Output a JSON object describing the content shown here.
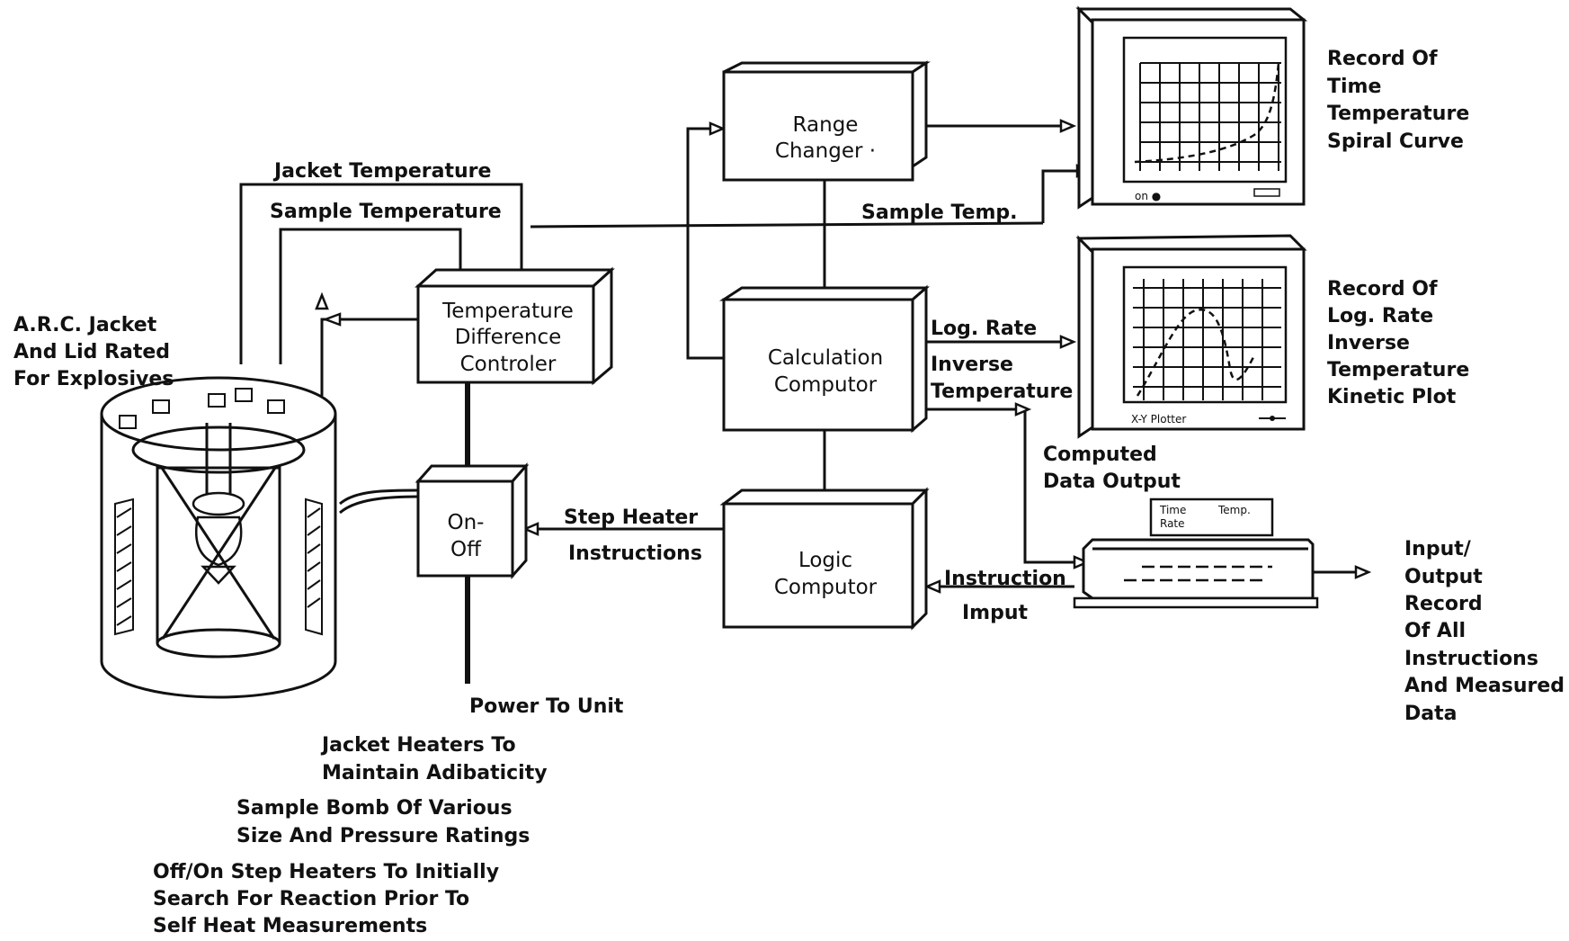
{
  "boxes": {
    "range_changer": [
      "Range",
      "Changer ·"
    ],
    "calculation": [
      "Calculation",
      "Computor"
    ],
    "logic": [
      "Logic",
      "Computor"
    ],
    "temp_diff": [
      "Temperature",
      "Difference",
      "Controler"
    ],
    "on_off": [
      "On-",
      "Off"
    ]
  },
  "signals": {
    "jacket_temperature": "Jacket Temperature",
    "sample_temperature": "Sample Temperature",
    "sample_temp": "Sample Temp.",
    "log_rate": "Log. Rate",
    "inverse_temperature": [
      "Inverse",
      "Temperature"
    ],
    "computed_data_output": [
      "Computed",
      "Data Output"
    ],
    "step_heater_instructions": [
      "Step Heater",
      "Instructions"
    ],
    "instruction_input": [
      "Instruction",
      "Imput"
    ],
    "power_to_unit": "Power To Unit"
  },
  "devices": {
    "recorder_label": [
      "Record Of",
      "Time",
      "Temperature",
      "Spiral Curve"
    ],
    "recorder_panel_left": "on ●",
    "plotter_label": [
      "Record Of",
      "Log. Rate",
      "Inverse",
      "Temperature",
      "Kinetic Plot"
    ],
    "plotter_panel": "X-Y Plotter",
    "printer_paper": [
      "Time",
      "Rate",
      "Temp."
    ],
    "printer_label": [
      "Input/",
      "Output",
      "Record",
      "Of All",
      "Instructions",
      "And Measured",
      "Data"
    ]
  },
  "calorimeter": {
    "title": [
      "A.R.C. Jacket",
      "And Lid Rated",
      "For Explosives"
    ],
    "jacket_heaters": [
      "Jacket Heaters To",
      "Maintain Adibaticity"
    ],
    "sample_bomb": [
      "Sample Bomb Of Various",
      "Size And Pressure Ratings"
    ],
    "step_heaters": [
      "Off/On Step Heaters To Initially",
      "Search For Reaction Prior To",
      "Self Heat Measurements"
    ]
  }
}
